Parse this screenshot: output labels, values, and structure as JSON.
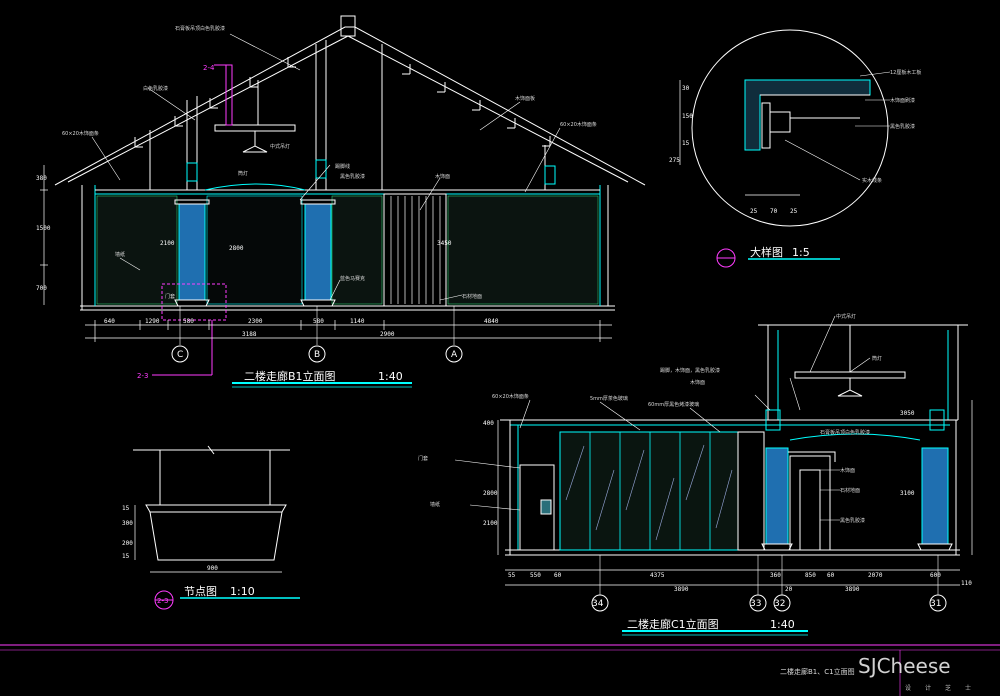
{
  "colors": {
    "background": "#000000",
    "line_white": "#ffffff",
    "line_cyan": "#00ffff",
    "line_green": "#2ecc71",
    "line_magenta": "#ff3cff",
    "column_fill": "#1f6fb0"
  },
  "elevation_b1": {
    "title": "二楼走廊B1立面图",
    "scale": "1:40",
    "callout_top": "2-4",
    "callout_bottom": "2-3",
    "axes": [
      "C",
      "B",
      "A"
    ],
    "dims_bottom": [
      "640",
      "1290",
      "580",
      "2300",
      "580",
      "1140",
      "4840"
    ],
    "dims_total": [
      "3188",
      "2900"
    ],
    "dims_left": [
      "380",
      "1500",
      "700"
    ],
    "dims_vertical": [
      "2100",
      "2800",
      "3450"
    ],
    "notes": [
      "石膏板吊顶白色乳胶漆",
      "60×20木饰面条",
      "白色乳胶漆",
      "木饰面板",
      "60×20木饰面条",
      "筒灯",
      "中式吊灯",
      "踢脚线",
      "黑色乳胶漆",
      "木饰面",
      "石材地面",
      "蓝色马赛克",
      "门套",
      "墙纸"
    ]
  },
  "detail_large": {
    "title": "大样图",
    "scale": "1:5",
    "dims_left": [
      "30",
      "150",
      "15",
      "275"
    ],
    "dims_bottom": [
      "25",
      "70",
      "25"
    ],
    "notes": [
      "12厘板木工板",
      "木饰面刷漆",
      "黑色乳胶漆",
      "实木线条"
    ]
  },
  "detail_node": {
    "title": "节点图",
    "scale": "1:10",
    "callout": "2-3",
    "dims_left": [
      "15",
      "300",
      "200",
      "15"
    ],
    "dims_bottom": [
      "900"
    ]
  },
  "elevation_c1": {
    "title": "二楼走廊C1立面图",
    "scale": "1:40",
    "axes": [
      "34",
      "33",
      "32",
      "31"
    ],
    "dims_bottom": [
      "55",
      "550",
      "60",
      "4375",
      "360",
      "850",
      "60",
      "2070",
      "600",
      "110"
    ],
    "dims_total": [
      "3890",
      "20",
      "3890"
    ],
    "dims_left": [
      "400",
      "2800",
      "2100"
    ],
    "dims_right": [
      "3050",
      "3100"
    ],
    "notes": [
      "60×20木饰面条",
      "5mm厚茶色玻璃",
      "60mm厚黑色烤漆玻璃",
      "踢脚，木饰面，黑色乳胶漆",
      "木饰面",
      "中式吊灯",
      "筒灯",
      "石膏板吊顶白色乳胶漆",
      "门套",
      "木饰面",
      "石材地面",
      "黑色乳胶漆",
      "墙纸"
    ]
  },
  "footer": {
    "drawing_name": "二楼走廊B1、C1立面图"
  },
  "watermark": {
    "brand": "SJCheese",
    "sub": [
      "设",
      "计",
      "芝",
      "士"
    ]
  }
}
